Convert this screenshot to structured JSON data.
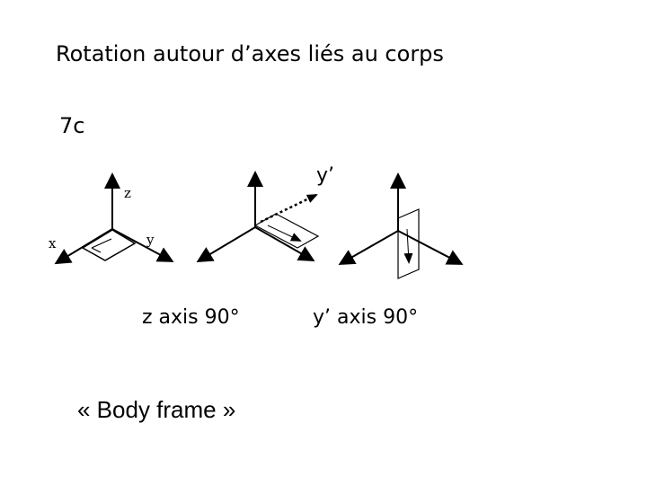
{
  "slide": {
    "title": "Rotation autour d’axes liés au corps",
    "label": "7c",
    "caption_z": "z axis 90°",
    "caption_y": "y’ axis 90°",
    "body_frame": "« Body frame »"
  },
  "diagram": {
    "frame1_axes": {
      "z": "z",
      "x": "x",
      "y": "y"
    },
    "y_prime_label": "y’",
    "colors": {
      "stroke": "#000000",
      "background": "#ffffff"
    }
  }
}
